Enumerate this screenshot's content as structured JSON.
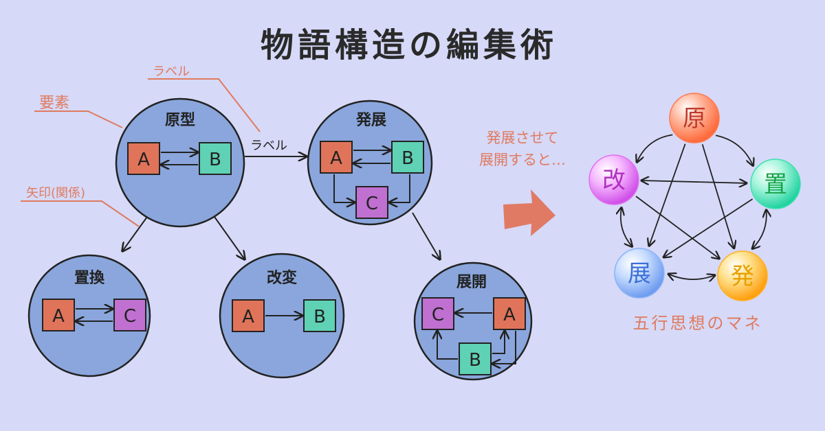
{
  "title": "物語構造の編集術",
  "colors": {
    "background": "#d6d9f7",
    "circle_fill": "#8aa6dc",
    "box_a": "#e0745a",
    "box_b": "#5fd1b4",
    "box_c": "#c070d0",
    "annotation": "#e07a5f",
    "arrow_big": "#e07a64",
    "ink": "#222222"
  },
  "annotations": {
    "element": "要素",
    "label": "ラベル",
    "arrow_relation": "矢印(関係)"
  },
  "nodes": {
    "prototype": {
      "title": "原型",
      "box1": "A",
      "box2": "B"
    },
    "development": {
      "title": "発展",
      "box1": "A",
      "box2": "B",
      "box3": "C"
    },
    "replace": {
      "title": "置換",
      "box1": "A",
      "box2": "C"
    },
    "modify": {
      "title": "改変",
      "box1": "A",
      "box2": "B"
    },
    "expand": {
      "title": "展開",
      "box1": "C",
      "box2": "A",
      "box3": "B"
    }
  },
  "edge_label": "ラベル",
  "cta": {
    "line1": "発展させて",
    "line2": "展開すると…"
  },
  "wuxing": {
    "caption": "五行思想のマネ",
    "orbs": [
      {
        "char": "原",
        "color": "#ff7a50",
        "text_color": "#c0392b"
      },
      {
        "char": "置",
        "color": "#3ee0b0",
        "text_color": "#16a34a"
      },
      {
        "char": "発",
        "color": "#ffb020",
        "text_color": "#e8a000"
      },
      {
        "char": "展",
        "color": "#8ab4f8",
        "text_color": "#3b6fd8"
      },
      {
        "char": "改",
        "color": "#e070f0",
        "text_color": "#b030c0"
      }
    ]
  }
}
